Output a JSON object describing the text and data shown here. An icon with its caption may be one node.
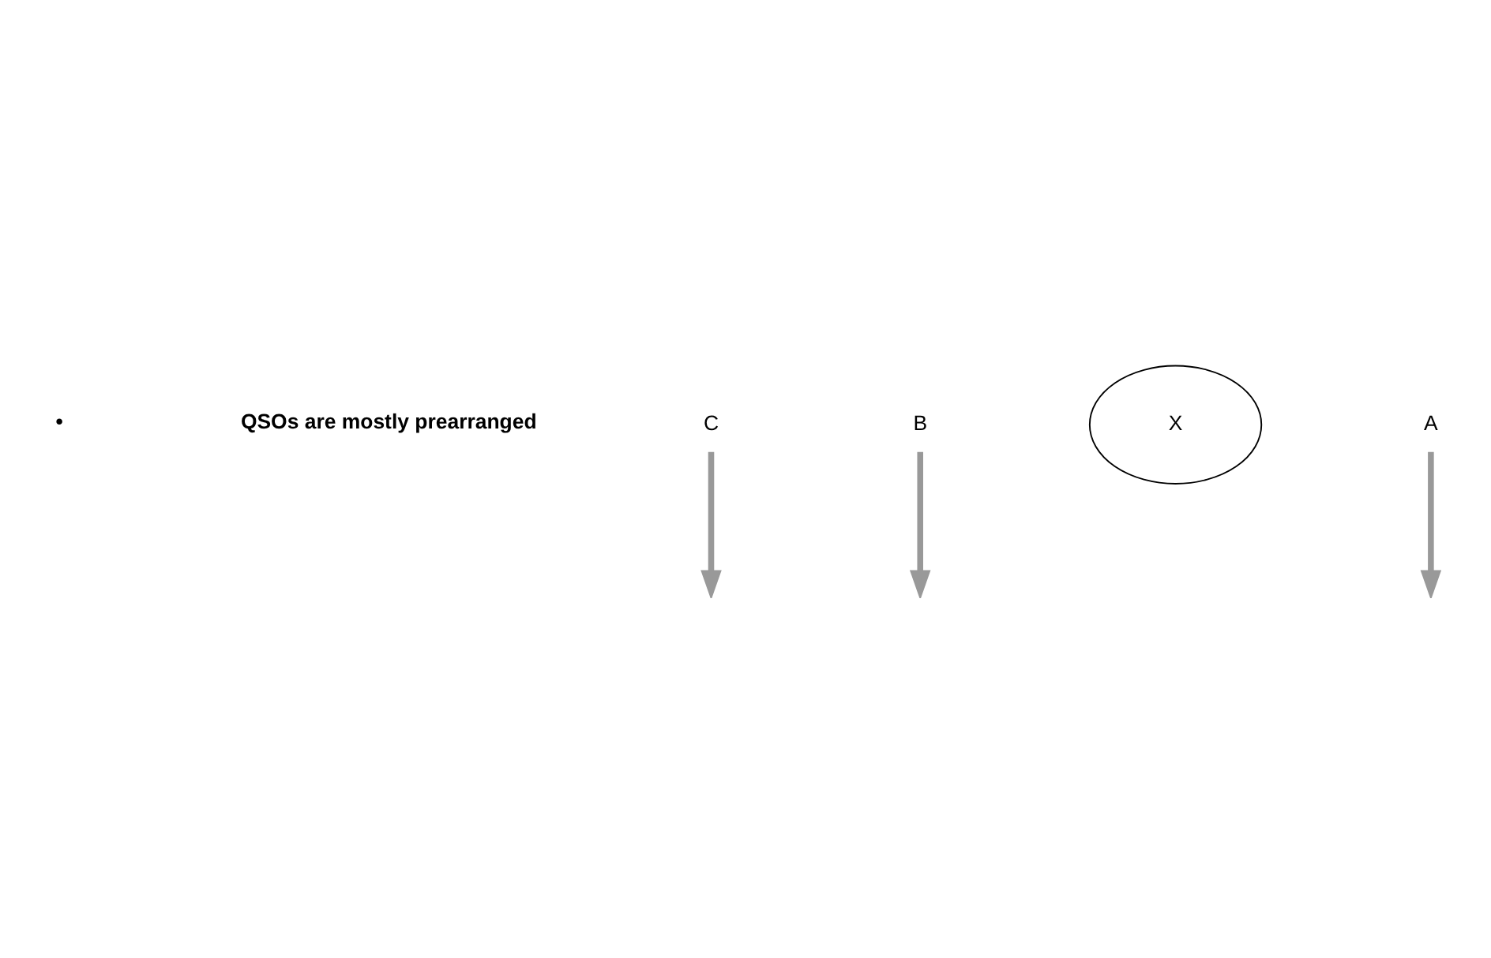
{
  "diagram": {
    "nodes": [
      {
        "text": [
          "C"
        ]
      },
      {
        "text": [
          "B"
        ]
      },
      {
        "text": [
          "X"
        ]
      },
      {
        "text": [
          "A"
        ]
      }
    ],
    "edges": [
      {
        "from": 0,
        "to": null,
        "arrow": "to"
      },
      {
        "from": 1,
        "to": null,
        "arrow": "to"
      },
      {
        "from": 3,
        "to": null,
        "arrow": "to"
      }
    ],
    "labels": [
      "•",
      "QSOs are mostly prearranged"
    ]
  }
}
